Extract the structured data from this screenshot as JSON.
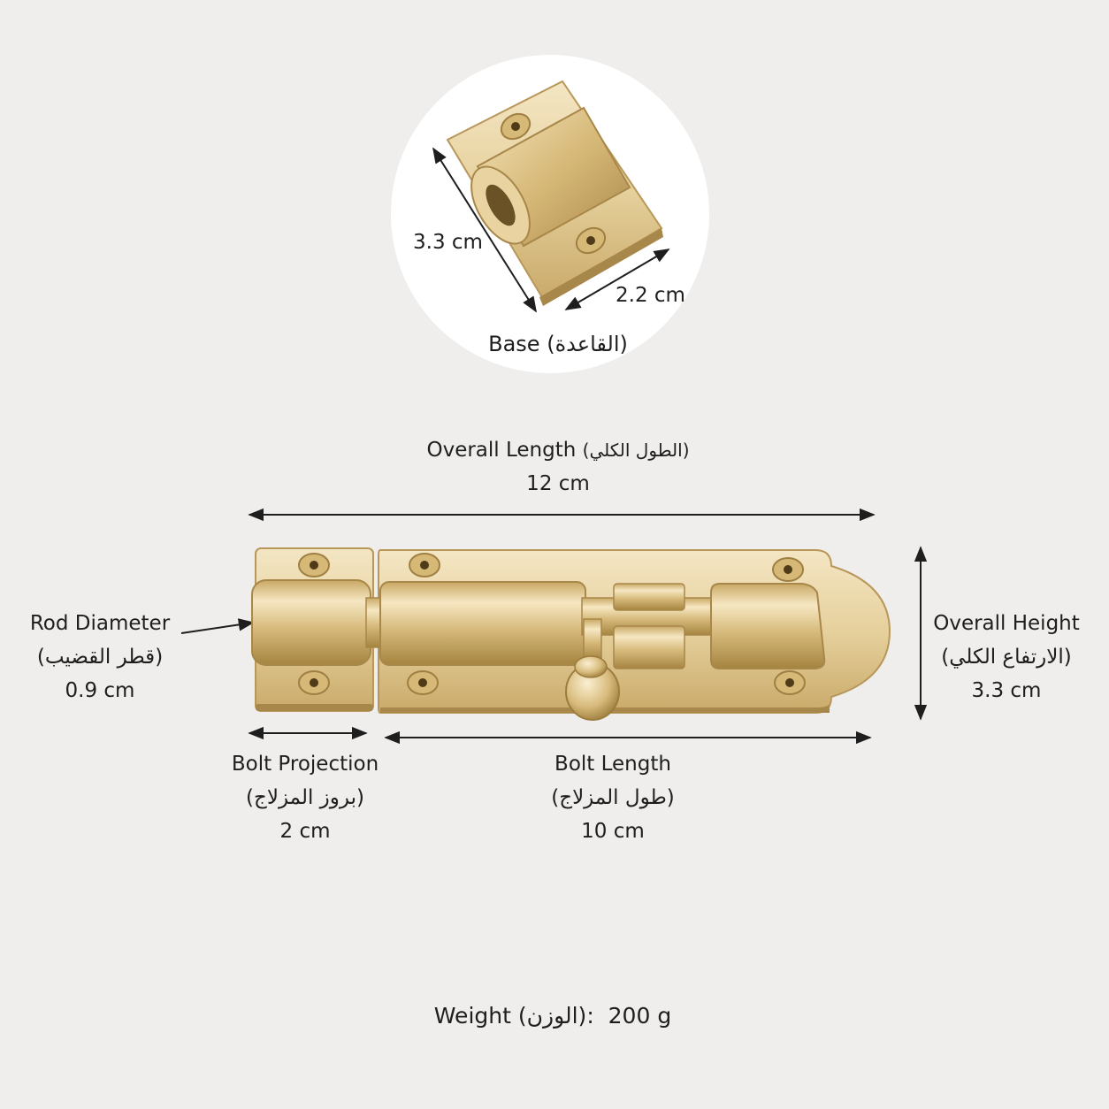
{
  "base": {
    "caption_en": "Base",
    "caption_ar": "(القاعدة)",
    "length": "3.3 cm",
    "width": "2.2 cm"
  },
  "overall_length": {
    "title_en": "Overall Length",
    "title_ar": "(الطول الكلي)",
    "value": "12 cm"
  },
  "overall_height": {
    "title_en": "Overall Height",
    "title_ar": "(الارتفاع الكلي)",
    "value": "3.3 cm"
  },
  "rod_diameter": {
    "title_en": "Rod Diameter",
    "title_ar": "(قطر القضيب)",
    "value": "0.9 cm"
  },
  "bolt_projection": {
    "title_en": "Bolt Projection",
    "title_ar": "(بروز المزلاج)",
    "value": "2 cm"
  },
  "bolt_length": {
    "title_en": "Bolt Length",
    "title_ar": "(طول المزلاج)",
    "value": "10 cm"
  },
  "weight": {
    "label_en": "Weight",
    "label_ar": "(الوزن)",
    "value": "200 g"
  },
  "colors": {
    "brass_light": "#f1ddb0",
    "brass_mid": "#d8bb7c",
    "brass_dark": "#a8874a",
    "background": "#efeeec",
    "circle": "#ffffff"
  }
}
